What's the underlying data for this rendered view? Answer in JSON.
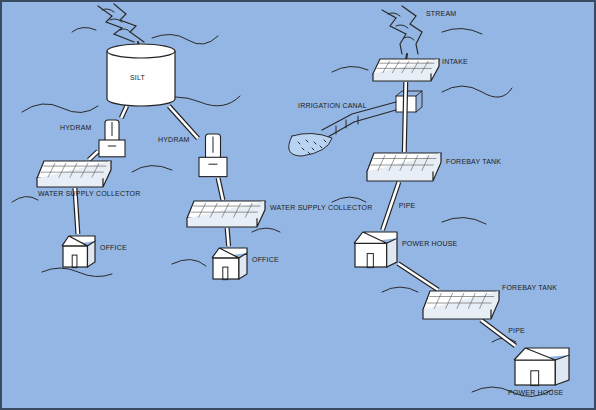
{
  "diagram": {
    "nodes": [
      {
        "text": [
          "SILT"
        ]
      },
      {
        "text": [
          "HYDRAM"
        ]
      },
      {
        "text": [
          "HYDRAM"
        ]
      },
      {
        "text": [
          "WATER SUPPLY COLLECTOR"
        ]
      },
      {
        "text": [
          "WATER SUPPLY COLLECTOR"
        ]
      },
      {
        "text": [
          "OFFICE"
        ]
      },
      {
        "text": [
          "OFFICE"
        ]
      },
      {
        "text": [
          "INTAKE"
        ]
      },
      {
        "text": [
          "FOREBAY TANK"
        ]
      },
      {
        "text": [
          "POWER HOUSE"
        ]
      },
      {
        "text": [
          "FOREBAY TANK"
        ]
      },
      {
        "text": [
          "POWER HOUSE"
        ]
      }
    ],
    "edges": [
      {
        "from": 0,
        "to": 1,
        "arrow": "none"
      },
      {
        "from": 0,
        "to": 2,
        "arrow": "none"
      },
      {
        "from": 1,
        "to": 3,
        "arrow": "none"
      },
      {
        "from": 2,
        "to": 4,
        "arrow": "none"
      },
      {
        "from": 3,
        "to": 5,
        "arrow": "none"
      },
      {
        "from": 4,
        "to": 6,
        "arrow": "none"
      },
      {
        "from": 7,
        "to": 8,
        "arrow": "none"
      },
      {
        "from": 8,
        "to": 9,
        "label": "PIPE",
        "arrow": "none"
      },
      {
        "from": 9,
        "to": 10,
        "arrow": "none"
      },
      {
        "from": 10,
        "to": 11,
        "label": "PIPE",
        "arrow": "none"
      }
    ],
    "labels": [
      "STREAM",
      "IRRIGATION CANAL"
    ]
  }
}
